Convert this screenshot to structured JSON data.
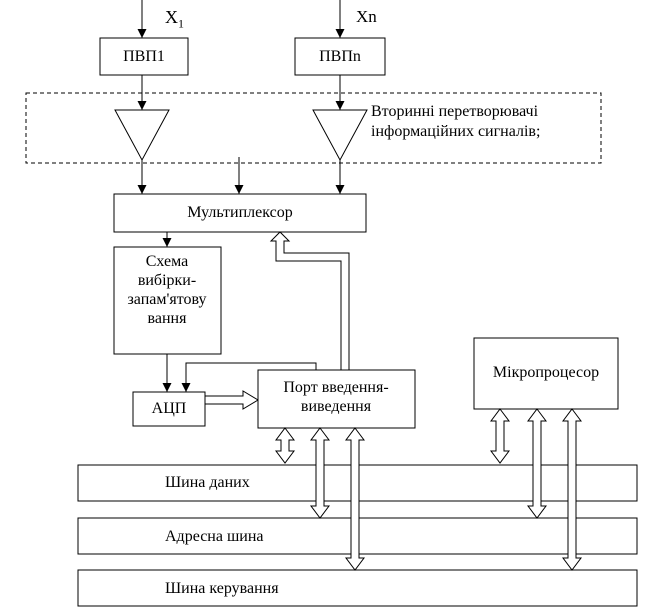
{
  "inputs": {
    "x1": "X",
    "x1_sub": "1",
    "xn": "Xn"
  },
  "blocks": {
    "pvp1": "ПВП1",
    "pvpn": "ПВПn",
    "secondary_converters_line1": "Вторинні перетворювачі",
    "secondary_converters_line2": "інформаційних сигналів;",
    "multiplexer": "Мультиплексор",
    "sample_hold_line1": "Схема",
    "sample_hold_line2": "вибірки-",
    "sample_hold_line3": "запам'ятову",
    "sample_hold_line4": "вання",
    "adc": "АЦП",
    "io_port_line1": "Порт введення-",
    "io_port_line2": "виведення",
    "microprocessor": "Мікропроцесор"
  },
  "buses": {
    "data_bus": "Шина даних",
    "address_bus": "Адресна шина",
    "control_bus": "Шина керування"
  }
}
